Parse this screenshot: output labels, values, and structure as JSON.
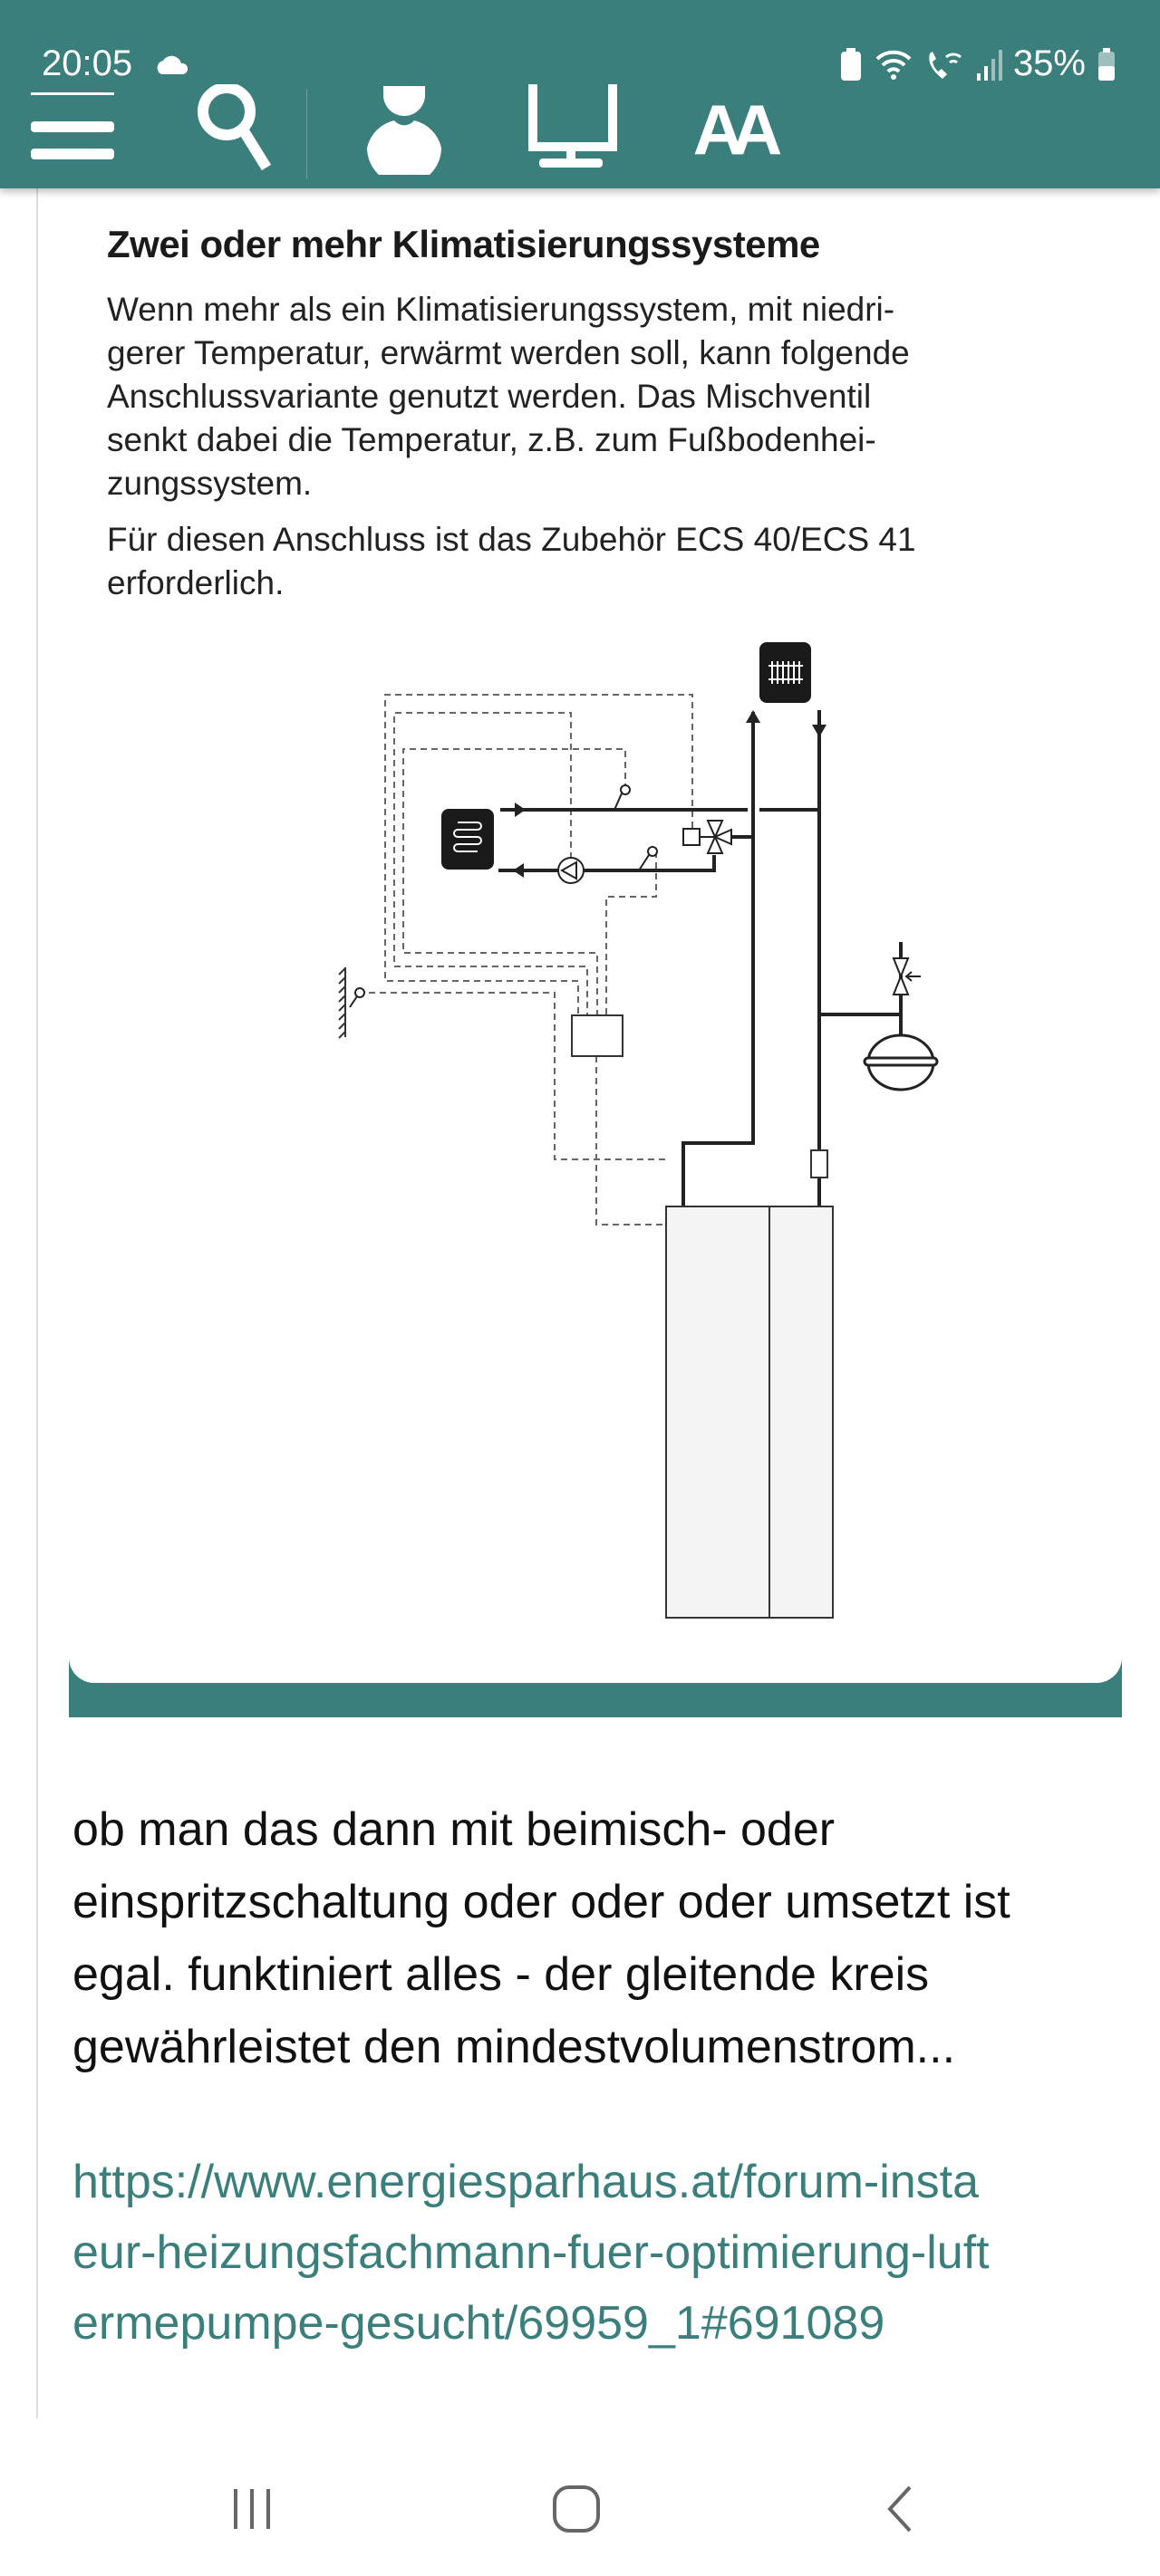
{
  "status_bar": {
    "time": "20:05",
    "battery": "35%"
  },
  "toolbar": {
    "font_size_label": "AA"
  },
  "document": {
    "heading": "Zwei oder mehr Klimatisierungssysteme",
    "paragraph1": [
      "Wenn mehr als ein Klimatisierungssystem, mit niedri-",
      "gerer Temperatur, erwärmt werden soll, kann folgende",
      "Anschlussvariante genutzt werden. Das Mischventil",
      "senkt dabei die Temperatur, z.B. zum Fußbodenhei-",
      "zungssystem."
    ],
    "paragraph2": [
      "Für diesen Anschluss ist das Zubehör ECS 40/ECS 41",
      "erforderlich."
    ]
  },
  "post": {
    "lines": [
      "ob man das dann mit beimisch- oder",
      "einspritzschaltung oder oder oder umsetzt ist",
      "egal. funktiniert alles - der gleitende kreis",
      "gewährleistet den mindestvolumenstrom..."
    ],
    "link_lines": [
      "https://www.energiesparhaus.at/forum-insta",
      "eur-heizungsfachmann-fuer-optimierung-luft",
      "ermepumpe-gesucht/69959_1#691089"
    ]
  },
  "colors": {
    "accent": "#3a7f7c",
    "text": "#111111"
  }
}
